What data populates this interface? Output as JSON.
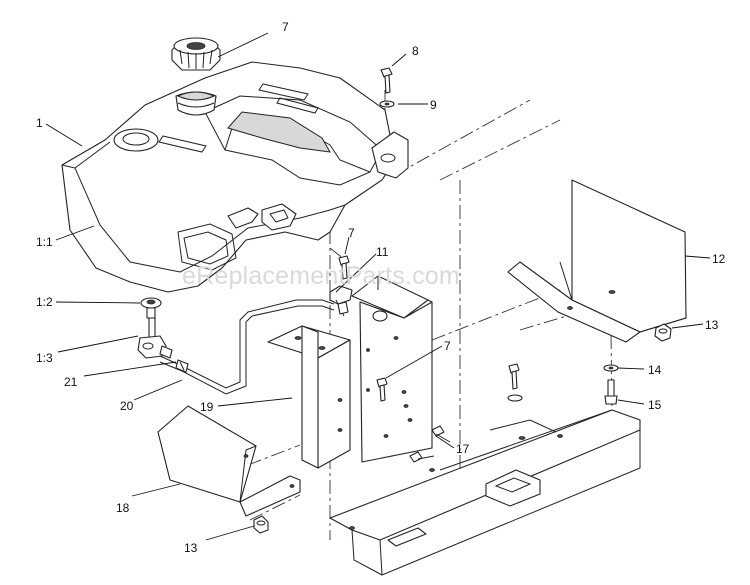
{
  "diagram": {
    "watermark": "eReplacementParts.com",
    "callouts": [
      {
        "id": "c-7a",
        "label": "7"
      },
      {
        "id": "c-8",
        "label": "8"
      },
      {
        "id": "c-9",
        "label": "9"
      },
      {
        "id": "c-1",
        "label": "1"
      },
      {
        "id": "c-1-1",
        "label": "1:1"
      },
      {
        "id": "c-7b",
        "label": "7"
      },
      {
        "id": "c-11",
        "label": "11"
      },
      {
        "id": "c-12",
        "label": "12"
      },
      {
        "id": "c-1-2",
        "label": "1:2"
      },
      {
        "id": "c-13a",
        "label": "13"
      },
      {
        "id": "c-1-3",
        "label": "1:3"
      },
      {
        "id": "c-7c",
        "label": "7"
      },
      {
        "id": "c-21",
        "label": "21"
      },
      {
        "id": "c-14",
        "label": "14"
      },
      {
        "id": "c-20",
        "label": "20"
      },
      {
        "id": "c-15",
        "label": "15"
      },
      {
        "id": "c-19",
        "label": "19"
      },
      {
        "id": "c-17",
        "label": "17"
      },
      {
        "id": "c-18",
        "label": "18"
      },
      {
        "id": "c-13b",
        "label": "13"
      }
    ]
  }
}
